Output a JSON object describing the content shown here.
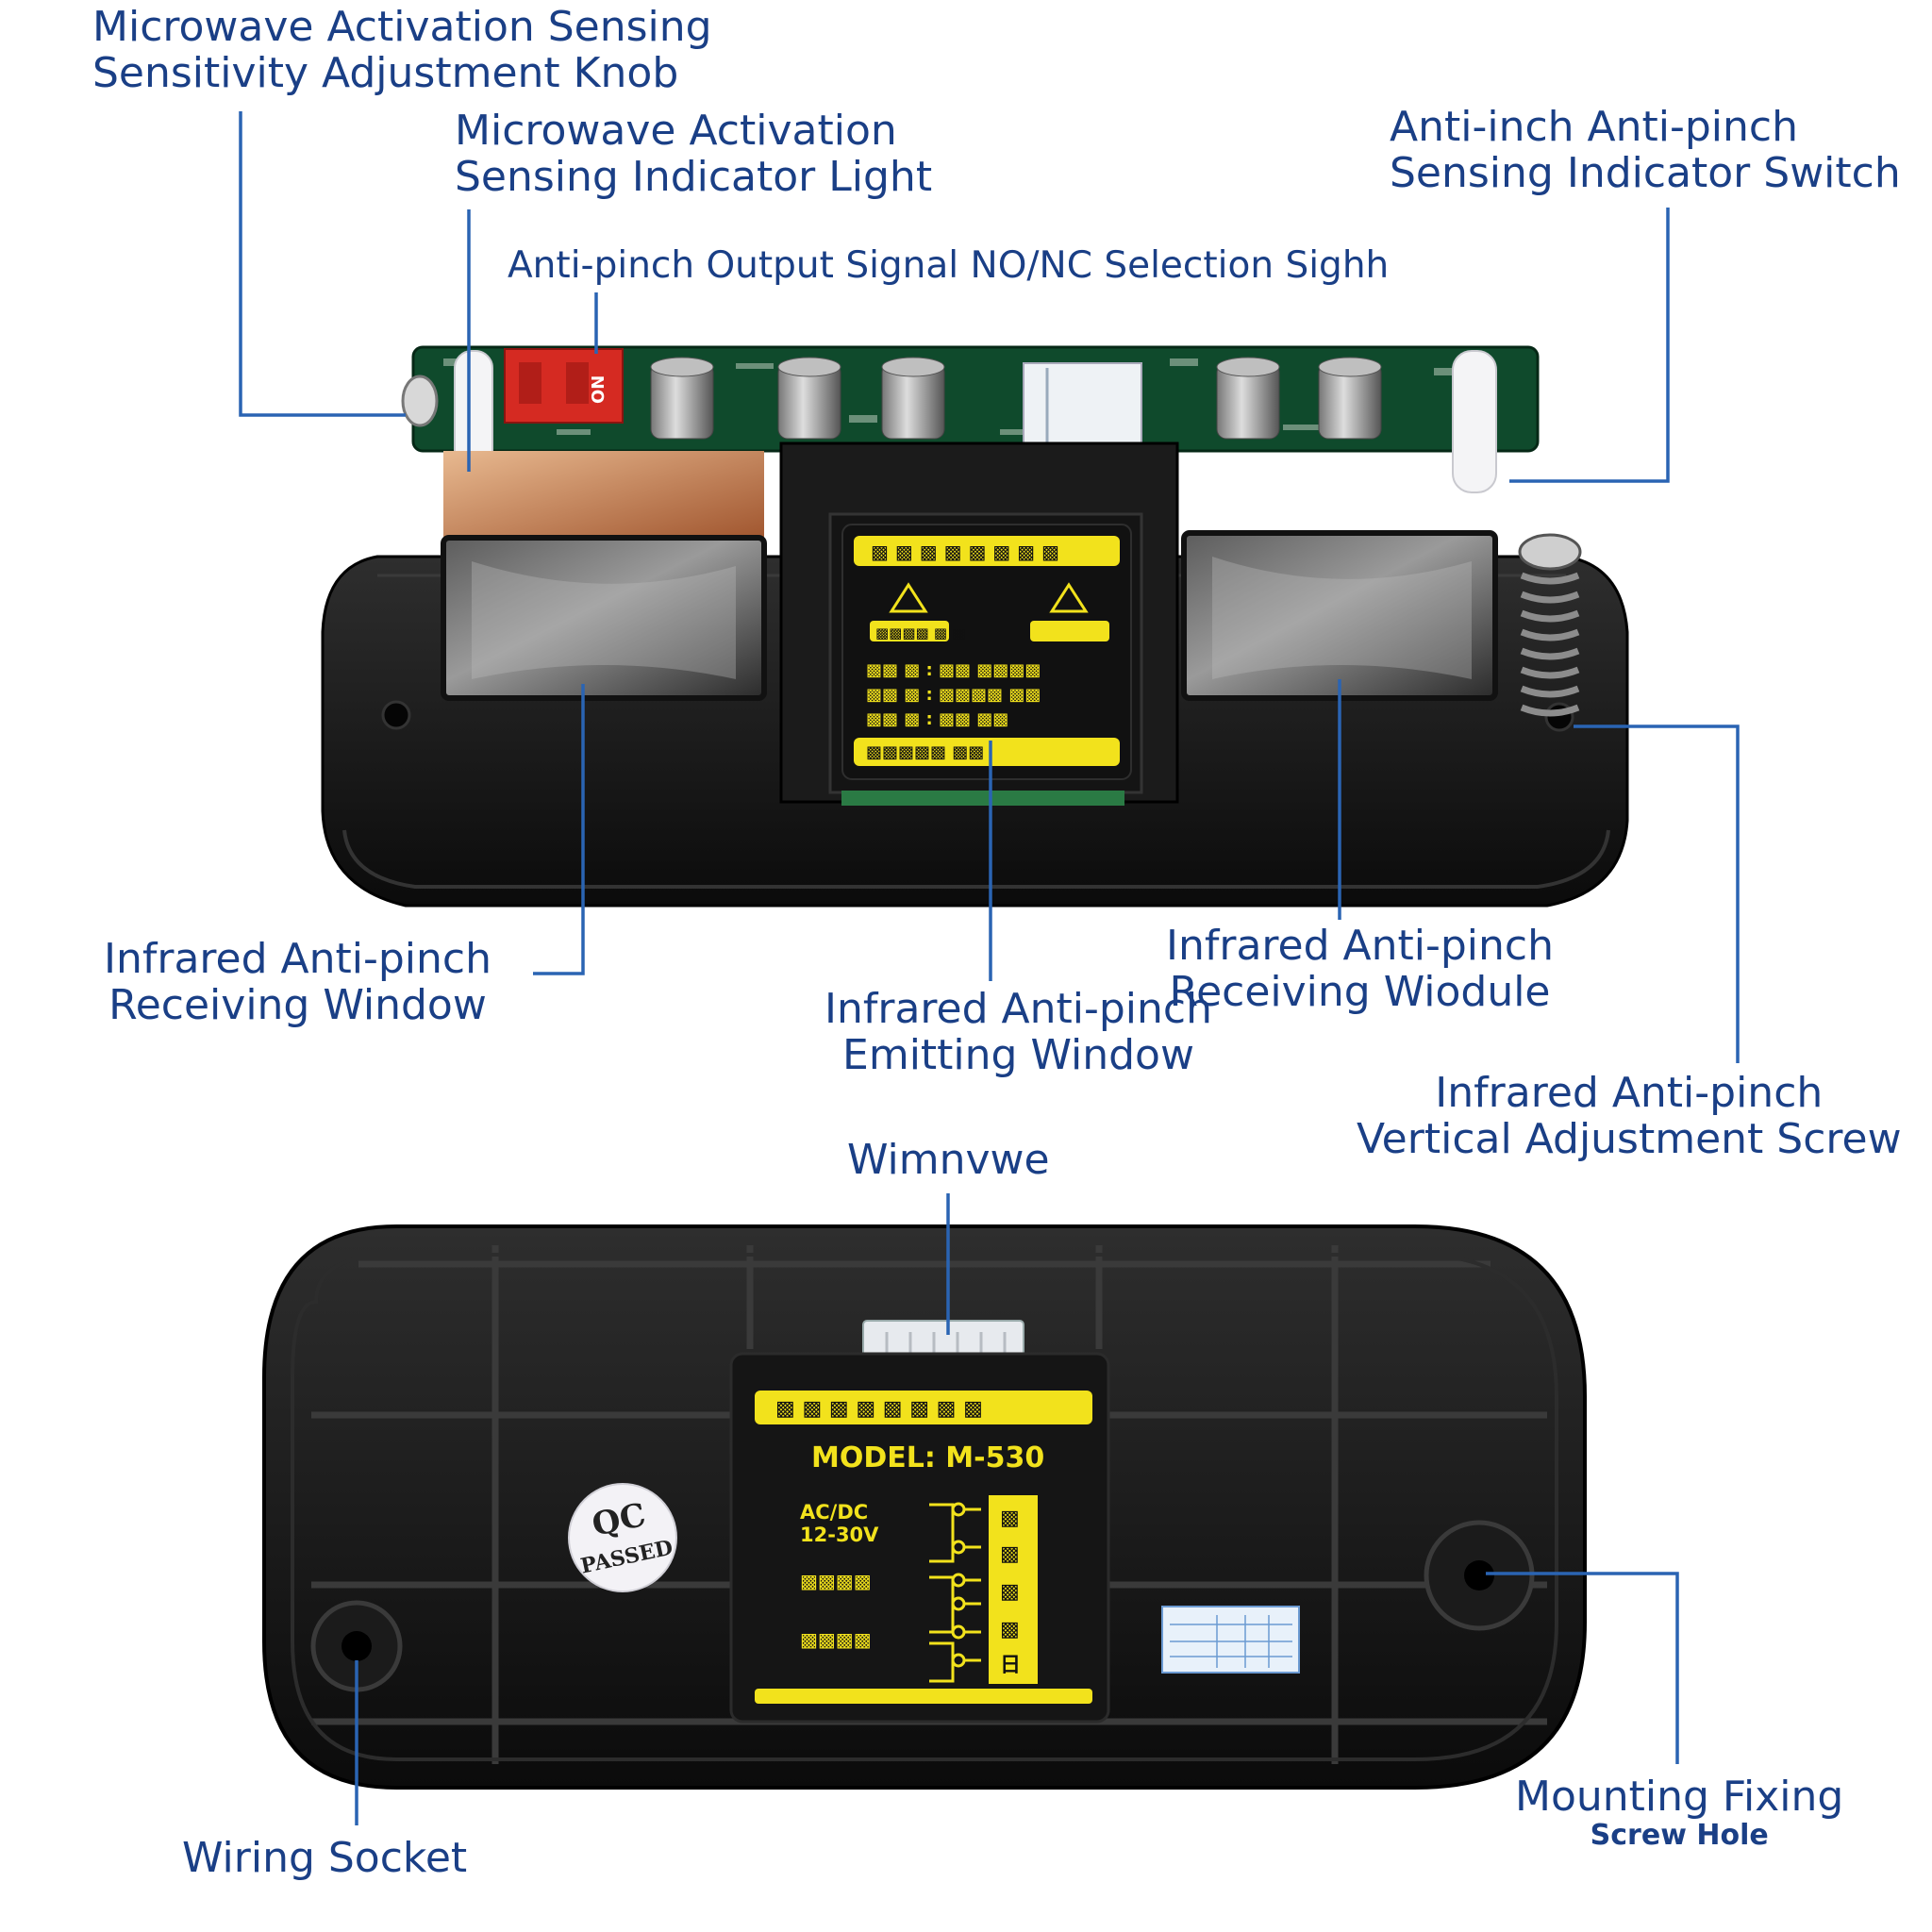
{
  "colors": {
    "label": "#1a3f86",
    "leader": "#2a64b3",
    "housing": "#141414",
    "housing_edge": "#2c2c2c",
    "pcb": "#0f4a2c",
    "sticker_yellow": "#f2e21c",
    "sticker_black": "#111111",
    "dip_red": "#d52a22"
  },
  "top_unit": {
    "labels": {
      "sensitivity_knob": [
        "Microwave Activation Sensing",
        "Sensitivity Adjustment Knob"
      ],
      "indicator_light": [
        "Microwave Activation",
        "Sensing Indicator Light"
      ],
      "nonc_selection": "Anti-pinch Output Signal NO/NC Selection Sighh",
      "indicator_switch": [
        "Anti-inch Anti-pinch",
        "Sensing Indicator Switch"
      ],
      "receiving_window": [
        "Infrared Anti-pinch",
        "Receiving Window"
      ],
      "emitting_window": [
        "Infrared Anti-pinch",
        "Emitting Window"
      ],
      "receiving_module": [
        "Infrared Anti-pinch",
        "Receiving Wiodule"
      ],
      "vertical_screw": [
        "Infrared Anti-pinch",
        "Vertical Adjustment Screw"
      ]
    },
    "dip_switch_text": "ON",
    "front_sticker_lines": [
      "▩ ▩ ▩ ▩ ▩ ▩ ▩ ▩",
      "▩▩▩▩  ▩ ▩",
      "▩▩ ▩ : ▩▩ ▩▩▩▩",
      "▩▩ ▩ : ▩▩▩▩ ▩▩",
      "▩▩ ▩ : ▩▩ ▩▩",
      "▩▩▩▩▩ ▩▩"
    ]
  },
  "bottom_unit": {
    "labels": {
      "wire_connector": "Wimnvwe",
      "wiring_socket": "Wiring Socket",
      "mounting_hole": [
        "Mounting Fixing",
        "Screw Hole"
      ]
    },
    "qc_badge": [
      "QC",
      "PASSED"
    ],
    "sticker": {
      "header": "▩ ▩ ▩ ▩ ▩ ▩ ▩ ▩",
      "model": "MODEL: M-530",
      "power": [
        "AC/DC",
        "12-30V"
      ],
      "row_labels": [
        "▩▩▩▩",
        "▩▩▩▩"
      ],
      "terminals": [
        "▩",
        "▩",
        "▩",
        "▩",
        "日"
      ]
    }
  }
}
